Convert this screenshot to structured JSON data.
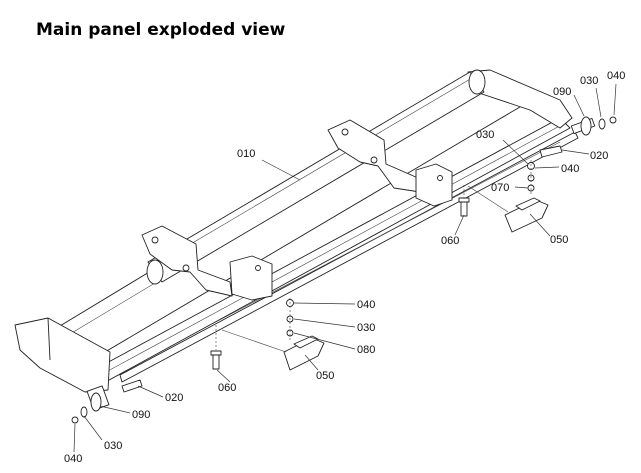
{
  "title": "Main panel exploded view",
  "callouts": {
    "c010": "010",
    "c020a": "020",
    "c020b": "020",
    "c030a": "030",
    "c030b": "030",
    "c030c": "030",
    "c030d": "030",
    "c040a": "040",
    "c040b": "040",
    "c040c": "040",
    "c040d": "040",
    "c050a": "050",
    "c050b": "050",
    "c060a": "060",
    "c060b": "060",
    "c070": "070",
    "c080": "080",
    "c090a": "090",
    "c090b": "090"
  }
}
